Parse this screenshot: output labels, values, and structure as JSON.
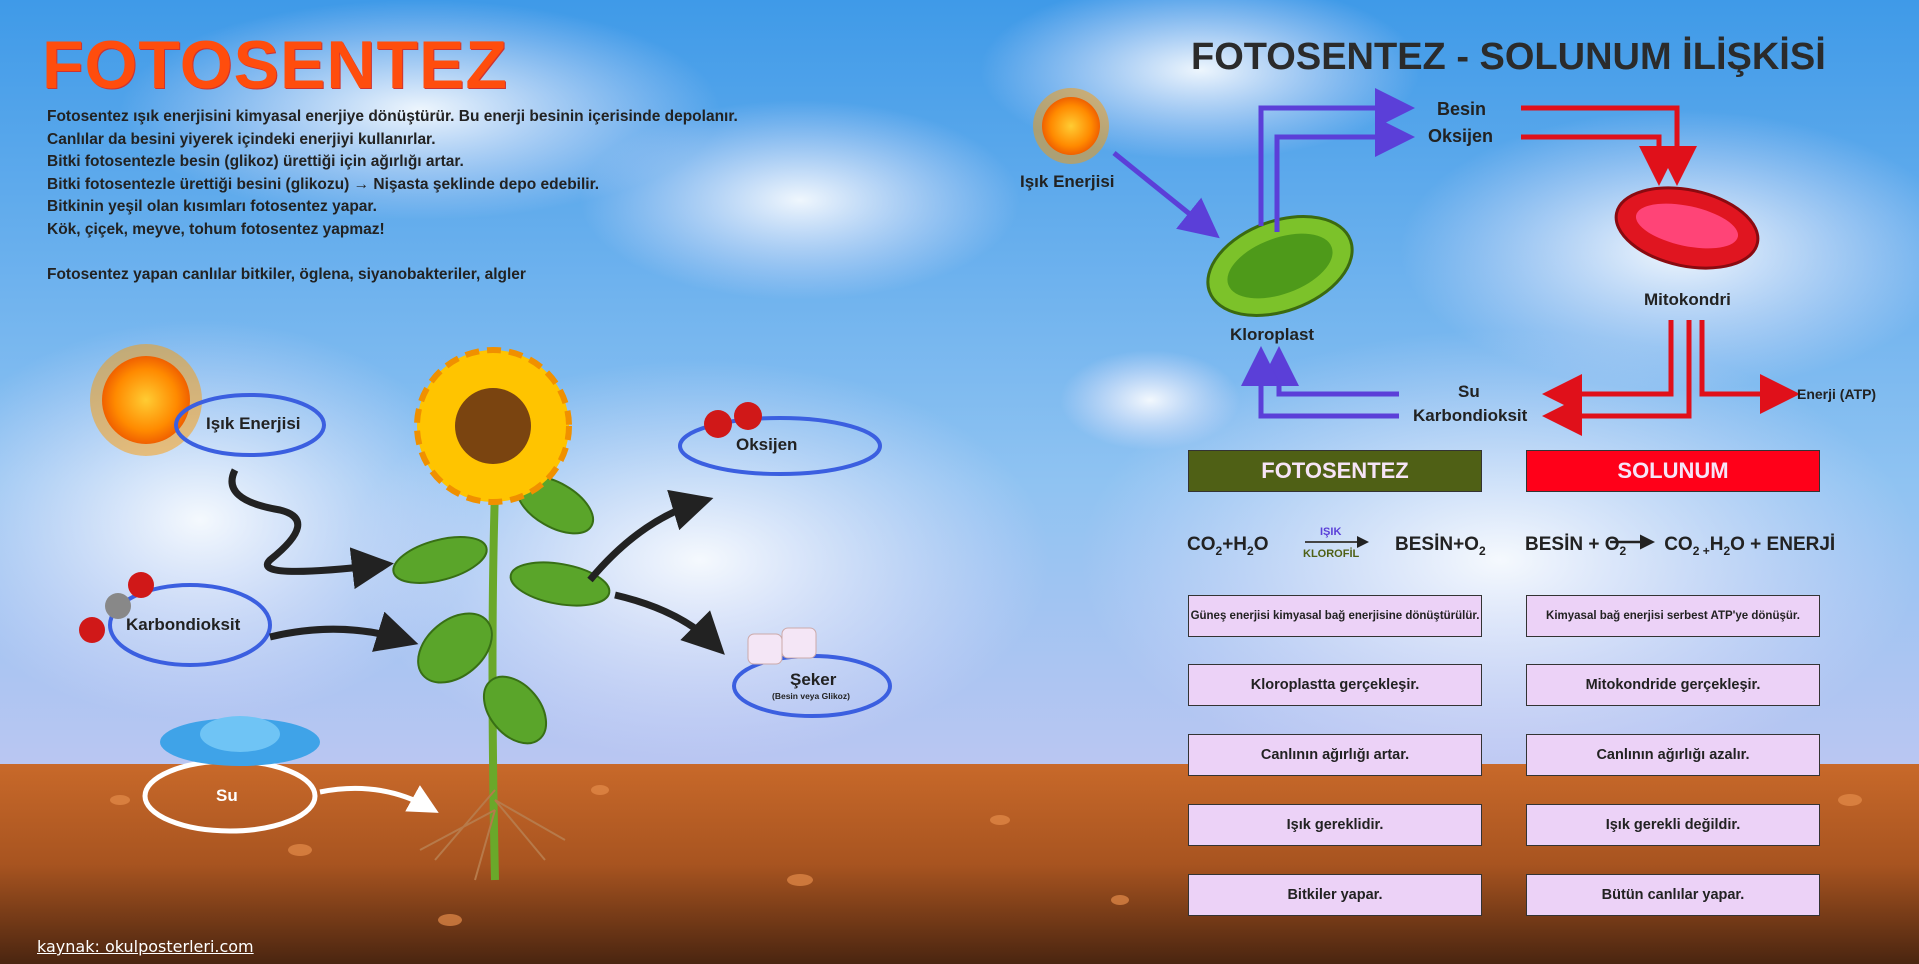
{
  "left": {
    "title": "FOTOSENTEZ",
    "paragraph": [
      "Fotosentez ışık enerjisini kimyasal enerjiye dönüştürür. Bu enerji besinin içerisinde depolanır.",
      "Canlılar da besini yiyerek içindeki enerjiyi kullanırlar.",
      "Bitki fotosentezle besin (glikoz) ürettiği için  ağırlığı artar.",
      "Bitki fotosentezle ürettiği besini (glikozu) → Nişasta şeklinde depo edebilir.",
      "Bitkinin yeşil olan kısımları fotosentez yapar.",
      "Kök, çiçek, meyve, tohum fotosentez yapmaz!",
      "",
      "Fotosentez yapan canlılar bitkiler, öglena, siyanobakteriler, algler"
    ],
    "labels": {
      "light": "Işık Enerjisi",
      "oxygen": "Oksijen",
      "co2": "Karbondioksit",
      "sugar": "Şeker",
      "sugar_sub": "(Besin veya Glikoz)",
      "water": "Su"
    },
    "source": "kaynak: okulposterleri.com"
  },
  "right": {
    "title": "FOTOSENTEZ - SOLUNUM İLİŞKİSİ",
    "cycle": {
      "light": "Işık Enerjisi",
      "food": "Besin",
      "oxygen": "Oksijen",
      "chloroplast": "Kloroplast",
      "mitochondria": "Mitokondri",
      "water": "Su",
      "co2": "Karbondioksit",
      "energy": "Enerji (ATP)"
    },
    "photosynthesis": {
      "header": "FOTOSENTEZ",
      "eq_left": "CO",
      "eq_left_sub": "2",
      "eq_left2": "+H",
      "eq_left_sub2": "2",
      "eq_left3": "O",
      "arrow_top": "IŞIK",
      "arrow_bottom": "KLOROFİL",
      "eq_right": "BESİN+O",
      "eq_right_sub": "2",
      "facts": [
        "Güneş enerjisi kimyasal bağ enerjisine dönüştürülür.",
        "Kloroplastta gerçekleşir.",
        "Canlının ağırlığı artar.",
        "Işık gereklidir.",
        "Bitkiler yapar."
      ]
    },
    "respiration": {
      "header": "SOLUNUM",
      "eq_a": "BESİN + O",
      "eq_a_sub": "2",
      "eq_b": "CO",
      "eq_b_sub": "2 +",
      "eq_c": "H",
      "eq_c_sub": "2",
      "eq_d": "O + ENERJİ",
      "facts": [
        "Kimyasal bağ enerjisi serbest ATP'ye dönüşür.",
        "Mitokondride  gerçekleşir.",
        "Canlının ağırlığı azalır.",
        "Işık gerekli değildir.",
        "Bütün canlılar yapar."
      ]
    },
    "colors": {
      "photo": "#4f6015",
      "resp": "#ff0019",
      "purple": "#5b3fd8",
      "red": "#e0101a"
    }
  }
}
